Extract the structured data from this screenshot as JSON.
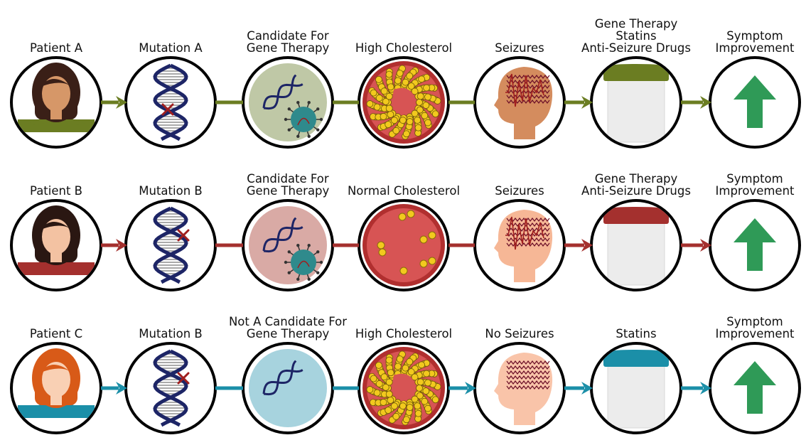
{
  "rows": [
    {
      "id": "row-a",
      "accent": "#6b7d22",
      "steps": [
        {
          "label": [
            "Patient A"
          ],
          "icon": "patient-icon"
        },
        {
          "label": [
            "Mutation A"
          ],
          "icon": "dna-mutation-icon"
        },
        {
          "label": [
            "Candidate For",
            "Gene Therapy"
          ],
          "icon": "gene-therapy-candidate-icon"
        },
        {
          "label": [
            "High Cholesterol"
          ],
          "icon": "blood-vessel-icon"
        },
        {
          "label": [
            "Seizures"
          ],
          "icon": "brain-seizure-icon"
        },
        {
          "label": [
            "Gene Therapy",
            "Statins",
            "Anti-Seizure Drugs"
          ],
          "icon": "medication-jar-icon"
        },
        {
          "label": [
            "Symptom",
            "Improvement"
          ],
          "icon": "up-arrow-icon"
        }
      ]
    },
    {
      "id": "row-b",
      "accent": "#a4302e",
      "steps": [
        {
          "label": [
            "Patient B"
          ],
          "icon": "patient-icon"
        },
        {
          "label": [
            "Mutation B"
          ],
          "icon": "dna-mutation-icon"
        },
        {
          "label": [
            "Candidate For",
            "Gene Therapy"
          ],
          "icon": "gene-therapy-candidate-icon"
        },
        {
          "label": [
            "Normal Cholesterol"
          ],
          "icon": "blood-vessel-icon"
        },
        {
          "label": [
            "Seizures"
          ],
          "icon": "brain-seizure-icon"
        },
        {
          "label": [
            "Gene Therapy",
            "Anti-Seizure Drugs"
          ],
          "icon": "medication-jar-icon"
        },
        {
          "label": [
            "Symptom",
            "Improvement"
          ],
          "icon": "up-arrow-icon"
        }
      ]
    },
    {
      "id": "row-c",
      "accent": "#1b8fa8",
      "steps": [
        {
          "label": [
            "Patient C"
          ],
          "icon": "patient-icon"
        },
        {
          "label": [
            "Mutation B"
          ],
          "icon": "dna-mutation-icon"
        },
        {
          "label": [
            "Not A Candidate For",
            "Gene Therapy"
          ],
          "icon": "gene-therapy-candidate-icon"
        },
        {
          "label": [
            "High Cholesterol"
          ],
          "icon": "blood-vessel-icon"
        },
        {
          "label": [
            "No Seizures"
          ],
          "icon": "brain-no-seizure-icon"
        },
        {
          "label": [
            "Statins"
          ],
          "icon": "medication-jar-icon"
        },
        {
          "label": [
            "Symptom",
            "Improvement"
          ],
          "icon": "up-arrow-icon"
        }
      ]
    }
  ],
  "colors": {
    "circle_stroke": "#000000",
    "dna_strand": "#1d2566",
    "mutation_mark": "#a01e1e",
    "improvement_arrow": "#2f9a57",
    "jar_body": "#ececec"
  }
}
